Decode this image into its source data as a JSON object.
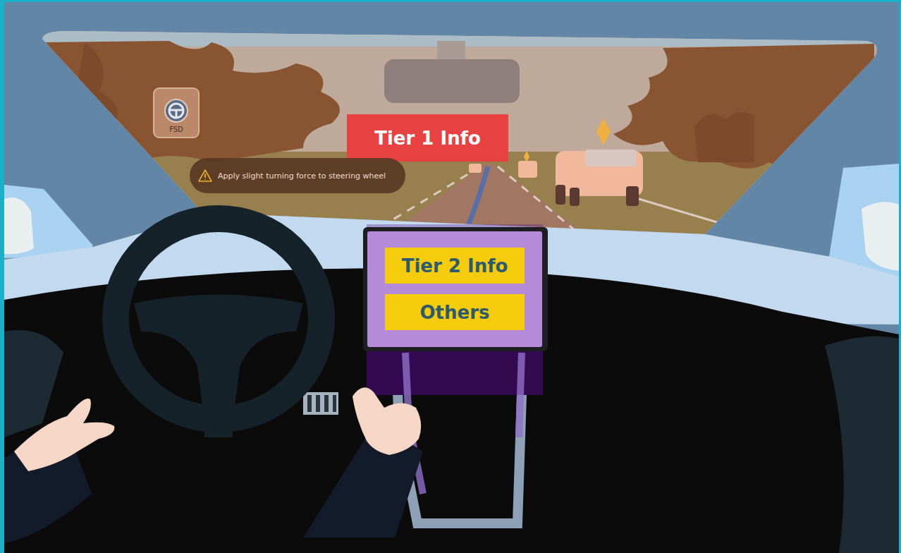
{
  "diagram": {
    "nodes": [
      {
        "text": [
          "FSD"
        ]
      },
      {
        "text": [
          "Tier 1 Info"
        ]
      },
      {
        "text": [
          "Apply slight turning force to steering wheel"
        ]
      },
      {
        "text": [
          "Tier 2 Info"
        ]
      },
      {
        "text": [
          "Others"
        ]
      }
    ]
  }
}
